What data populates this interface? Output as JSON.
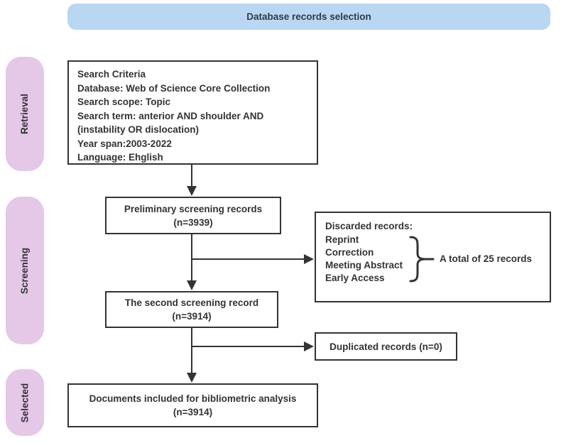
{
  "header": {
    "title": "Database records selection"
  },
  "stages": {
    "retrieval": "Retrieval",
    "screening": "Screening",
    "selected": "Selected"
  },
  "boxes": {
    "search_criteria": {
      "lines": [
        "Search Criteria",
        "Database: Web of Science Core Collection",
        "Search scope: Topic",
        "Search term: anterior AND shoulder AND",
        "(instability OR dislocation)",
        "Year span:2003-2022",
        "Language: Ehglish"
      ]
    },
    "preliminary_screening": {
      "line1": "Preliminary screening records",
      "line2": "(n=3939)"
    },
    "discarded": {
      "title": "Discarded records:",
      "items": [
        "Reprint",
        "Correction",
        "Meeting Abstract",
        "Early Access"
      ],
      "note": "A total of 25 records"
    },
    "second_screening": {
      "line1": "The second screening record",
      "line2": "(n=3914)"
    },
    "duplicated": {
      "label": "Duplicated records (n=0)"
    },
    "documents": {
      "line1": "Documents included for bibliometric analysis",
      "line2": "(n=3914)"
    }
  },
  "colors": {
    "banner_bg": "#b9d7f2",
    "stage_bg": "#e5c7e8",
    "box_border": "#333333",
    "text": "#333333"
  }
}
